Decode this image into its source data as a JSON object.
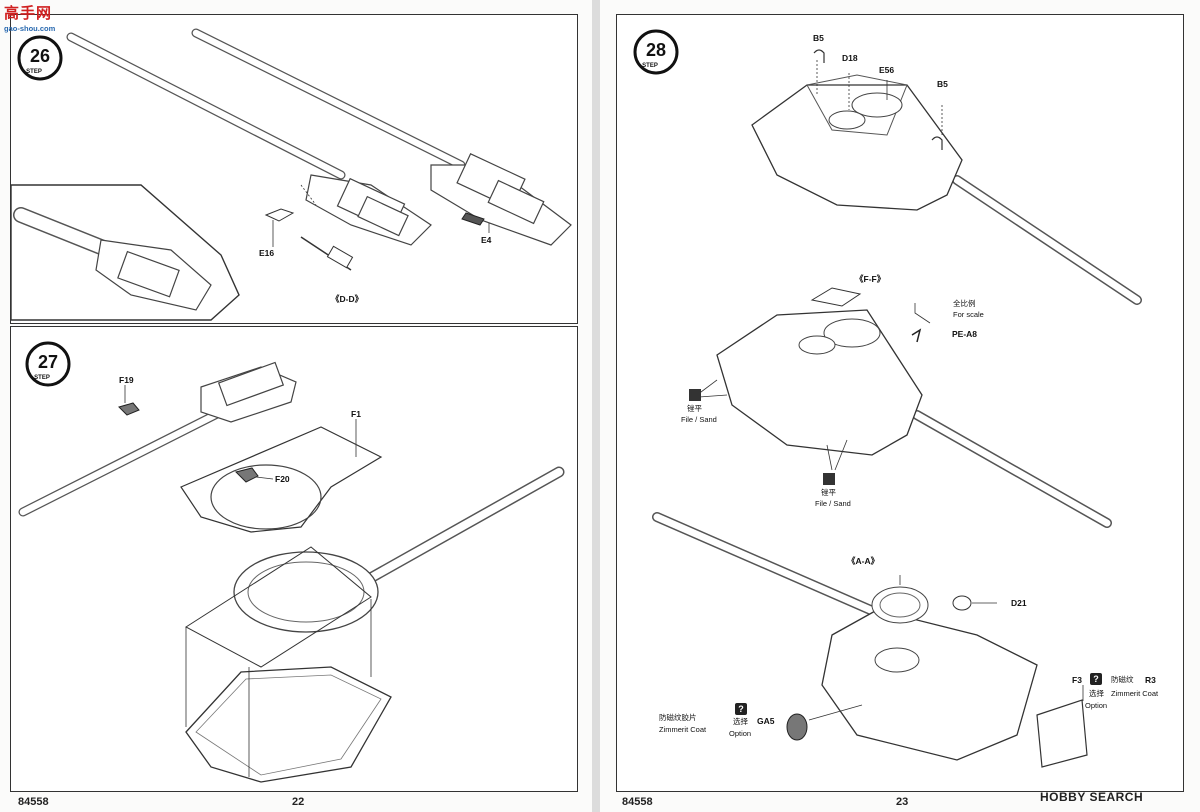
{
  "watermark": {
    "site_cn": "高手网",
    "site_url": "gao-shou.com",
    "bottom": "HOBBY SEARCH"
  },
  "left_page": {
    "code": "84558",
    "number": "22",
    "step26": {
      "step_number": "26",
      "step_word": "STEP",
      "parts": {
        "e16": "E16",
        "e4": "E4",
        "detail": "《D-D》"
      }
    },
    "step27": {
      "step_number": "27",
      "step_word": "STEP",
      "parts": {
        "f19": "F19",
        "f1": "F1",
        "f20": "F20"
      }
    }
  },
  "right_page": {
    "code": "84558",
    "number": "23",
    "step28": {
      "step_number": "28",
      "step_word": "STEP",
      "parts": {
        "b5a": "B5",
        "d18": "D18",
        "e56": "E56",
        "b5b": "B5",
        "ff": "《F-F》",
        "pe_a8": "PE-A8",
        "aa": "《A-A》",
        "d21": "D21",
        "f3": "F3",
        "r3": "R3",
        "ga5": "GA5"
      },
      "scale_cn": "全比例",
      "scale_en": "For scale",
      "file_sand_cn": "锉平",
      "file_sand_en": "File / Sand",
      "zimmerit_cn": "防磁纹",
      "zimmerit_en": "Zimmerit Coat",
      "zimmerit_sheet_cn": "防磁纹胶片",
      "option_cn": "选择",
      "option_en": "Option",
      "question": "?"
    }
  }
}
